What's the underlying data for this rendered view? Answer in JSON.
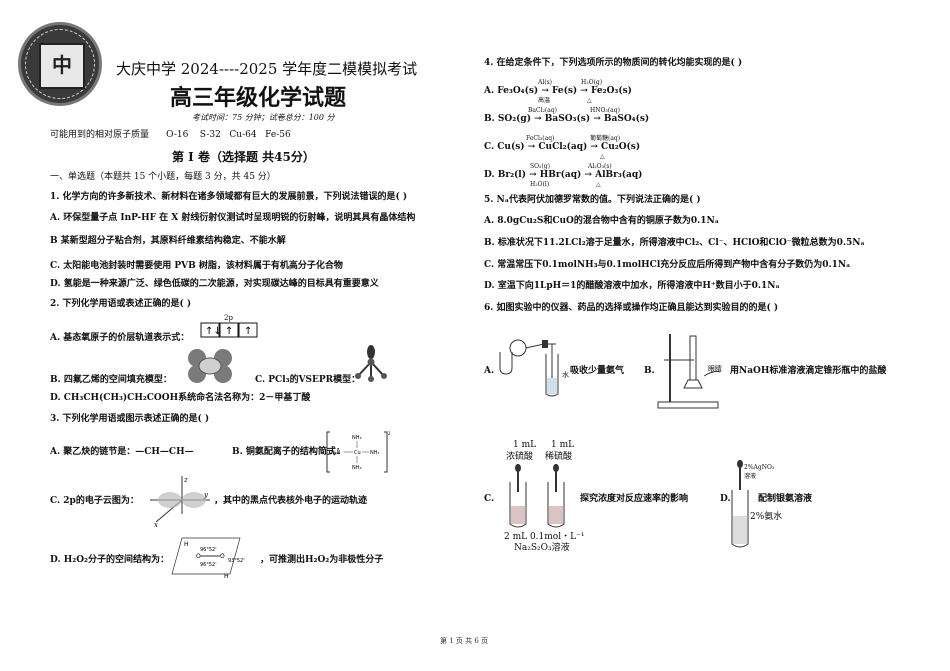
{
  "header": {
    "logo_text": "大庆中学 DAQING HIGH SCHOOL",
    "school_title": "大庆中学 2024----2025 学年度二模模拟考试",
    "subject_title": "高三年级化学试题",
    "exam_meta": "考试时间：75 分钟；试卷总分：100 分",
    "atomic_masses": "可能用到的相对原子质量      O-16    S-32   Cu-64   Fe-56",
    "part_title": "第 Ⅰ 卷（选择题   共45分）"
  },
  "section": {
    "heading": "一、单选题（本题共 15 个小题，每题 3 分，共 45 分）"
  },
  "left_questions": [
    {
      "q": "1. 化学方向的许多新技术、新材料在诸多领域都有巨大的发展前景，下列说法错误的是(     )",
      "options": [
        "A. 环保型量子点 InP-HF 在 X 射线衍射仪测试时呈现明锐的衍射峰，说明其具有晶体结构",
        "B  某新型超分子粘合剂，其原料纤维素结构稳定、不能水解",
        "C. 太阳能电池封装时需要使用 PVB 树脂，该材料属于有机高分子化合物",
        "D. 氢能是一种来源广泛、绿色低碳的二次能源，对实现碳达峰的目标具有重要意义"
      ]
    },
    {
      "q": "2. 下列化学用语或表述正确的是(     )",
      "a": "A. 基态氧原子的价层轨道表示式：",
      "orbital_label": "2p",
      "b": "B. 四氟乙烯的空间填充模型：",
      "c": "C.  PCl₃的VSEPR模型：",
      "d": "D.  CH₃CH(CH₃)CH₂COOH系统命名法名称为：2－甲基丁酸"
    },
    {
      "q": "3. 下列化学用语或图示表述正确的是(     )",
      "a": "A. 聚乙炔的链节是：—CH—CH—",
      "b": "B. 铜氨配离子的结构简式：",
      "c": "C. 2p的电子云图为：",
      "c_tail": "，其中的黑点代表核外电子的运动轨迹",
      "d": "D.  H₂O₂分子的空间结构为：",
      "d_tail": "，可推测出H₂O₂为非极性分子"
    }
  ],
  "right_questions": [
    {
      "q": "4. 在给定条件下，下列选项所示的物质间的转化均能实现的是(     )",
      "options": [
        "A.   Fe₃O₄(s) → Fe(s) → Fe₂O₃(s)",
        "B.   SO₂(g) → BaSO₃(s) → BaSO₄(s)",
        "C.   Cu(s) → CuCl₂(aq) → Cu₂O(s)",
        "D.   Br₂(l) → HBr(aq) → AlBr₃(aq)"
      ],
      "conditions": [
        "Al(s)",
        "高温",
        "H₂O(g)",
        "△",
        "BaCl₂(aq)",
        "HNO₃(aq)",
        "FeCl₃(aq)",
        "葡萄糖(aq)",
        "△",
        "SO₂(g)",
        "H₂O(l)",
        "Al₂O₃(s)",
        "△"
      ]
    },
    {
      "q": "5. Nₐ代表阿伏加德罗常数的值。下列说法正确的是(     )",
      "options": [
        "A.  8.0gCu₂S和CuO的混合物中含有的铜原子数为0.1Nₐ",
        "B.  标准状况下11.2LCl₂溶于足量水，所得溶液中Cl₂、Cl⁻、HClO和ClO⁻微粒总数为0.5Nₐ",
        "C.  常温常压下0.1molNH₃与0.1molHCl充分反应后所得到产物中含有分子数仍为0.1Nₐ",
        "D.  室温下向1LpH＝1的醋酸溶液中加水，所得溶液中H⁺数目小于0.1Nₐ"
      ]
    },
    {
      "q": "6. 如图实验中的仪器、药品的选择或操作均正确且能达到实验目的的是(     )",
      "a": "A.",
      "a_text": "吸收少量氨气",
      "b": "B.",
      "b_text": "用NaOH标准溶液滴定锥形瓶中的盐酸",
      "c": "C.",
      "c_text": "探究浓度对反应速率的影响",
      "c_labels": [
        "1 mL",
        "浓硫酸",
        "1 mL",
        "稀硫酸",
        "2 mL 0.1mol・L⁻¹",
        "Na₂S₂O₃溶液"
      ],
      "d": "D.",
      "d_text": "配制银氨溶液",
      "d_labels": [
        "2%AgNO₃",
        "溶液",
        "2%氨水"
      ],
      "a_labels": [
        "水"
      ],
      "b_labels": [
        "眼睛"
      ]
    }
  ],
  "footer": {
    "page": "第 1 页  共 6 页"
  }
}
